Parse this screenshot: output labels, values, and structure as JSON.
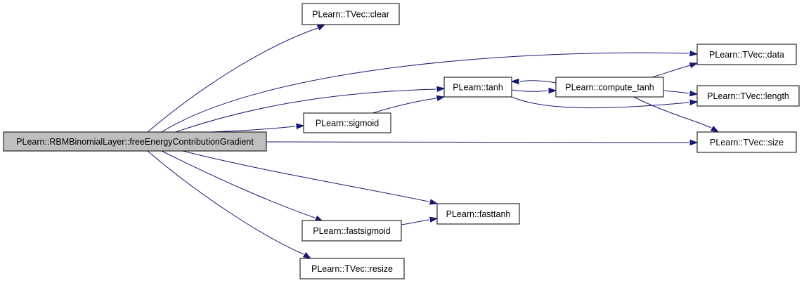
{
  "colors": {
    "edge": "#191970",
    "root_fill": "#bfbfbf",
    "node_fill": "#ffffff",
    "node_border": "#000000"
  },
  "nodes": [
    {
      "id": "root",
      "label": "PLearn::RBMBinomialLayer::freeEnergyContributionGradient",
      "highlighted": true
    },
    {
      "id": "clear",
      "label": "PLearn::TVec::clear"
    },
    {
      "id": "data",
      "label": "PLearn::TVec::data"
    },
    {
      "id": "tanh",
      "label": "PLearn::tanh"
    },
    {
      "id": "compute_tanh",
      "label": "PLearn::compute_tanh"
    },
    {
      "id": "length",
      "label": "PLearn::TVec::length"
    },
    {
      "id": "sigmoid",
      "label": "PLearn::sigmoid"
    },
    {
      "id": "size",
      "label": "PLearn::TVec::size"
    },
    {
      "id": "fasttanh",
      "label": "PLearn::fasttanh"
    },
    {
      "id": "fastsigmoid",
      "label": "PLearn::fastsigmoid"
    },
    {
      "id": "resize",
      "label": "PLearn::TVec::resize"
    }
  ],
  "edges": [
    {
      "from": "root",
      "to": "clear"
    },
    {
      "from": "root",
      "to": "data"
    },
    {
      "from": "root",
      "to": "tanh"
    },
    {
      "from": "root",
      "to": "sigmoid"
    },
    {
      "from": "root",
      "to": "size"
    },
    {
      "from": "root",
      "to": "fasttanh"
    },
    {
      "from": "root",
      "to": "fastsigmoid"
    },
    {
      "from": "root",
      "to": "resize"
    },
    {
      "from": "tanh",
      "to": "compute_tanh"
    },
    {
      "from": "tanh",
      "to": "length"
    },
    {
      "from": "compute_tanh",
      "to": "tanh"
    },
    {
      "from": "compute_tanh",
      "to": "data"
    },
    {
      "from": "compute_tanh",
      "to": "length"
    },
    {
      "from": "compute_tanh",
      "to": "size"
    },
    {
      "from": "sigmoid",
      "to": "tanh"
    },
    {
      "from": "fastsigmoid",
      "to": "fasttanh"
    }
  ]
}
